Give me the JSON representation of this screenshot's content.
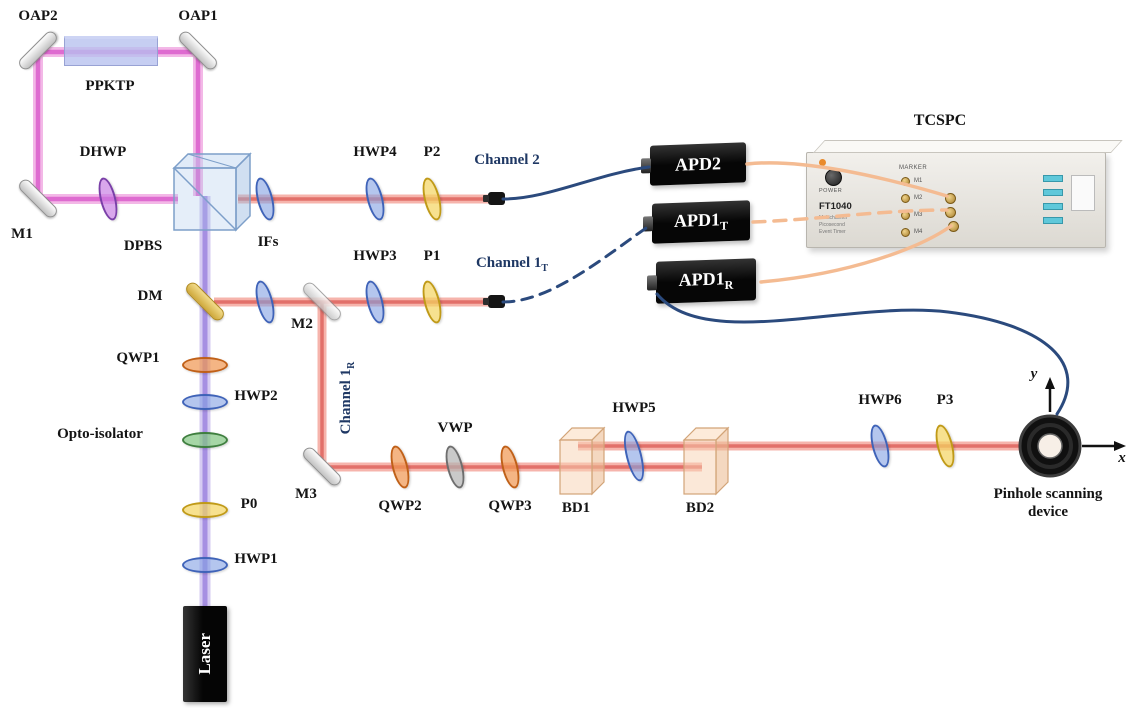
{
  "diagram": {
    "components": {
      "oap2": "OAP2",
      "oap1": "OAP1",
      "ppktp": "PPKTP",
      "dhwp": "DHWP",
      "m1": "M1",
      "dpbs": "DPBS",
      "ifs": "IFs",
      "hwp4": "HWP4",
      "p2": "P2",
      "dm": "DM",
      "m2": "M2",
      "hwp3": "HWP3",
      "p1": "P1",
      "qwp1": "QWP1",
      "hwp2": "HWP2",
      "opto_isolator": "Opto-isolator",
      "p0": "P0",
      "hwp1": "HWP1",
      "laser": "Laser",
      "m3": "M3",
      "qwp2": "QWP2",
      "vwp": "VWP",
      "qwp3": "QWP3",
      "bd1": "BD1",
      "hwp5": "HWP5",
      "bd2": "BD2",
      "hwp6": "HWP6",
      "p3": "P3"
    },
    "channels": {
      "channel2": "Channel 2",
      "channel1t": {
        "base": "Channel 1",
        "sub": "T"
      },
      "channel1r": {
        "base": "Channel 1",
        "sub": "R"
      }
    },
    "detectors": {
      "apd2": "APD2",
      "apd1t": {
        "base": "APD1",
        "sub": "T"
      },
      "apd1r": {
        "base": "APD1",
        "sub": "R"
      }
    },
    "tcspc": {
      "title": "TCSPC",
      "power": "POWER",
      "model": "FT1040",
      "desc1": "Multichannel",
      "desc2": "Picosecond",
      "desc3": "Event Timer",
      "marker": "MARKER",
      "marker_ports": [
        "M1",
        "M2",
        "M3",
        "M4"
      ]
    },
    "pinhole": {
      "label_line1": "Pinhole scanning",
      "label_line2": "device",
      "x": "x",
      "y": "y"
    }
  },
  "colors": {
    "pump_beam": "#a68fe2",
    "magenta_beam": "#de6bd0",
    "red_beam": "#e2706a",
    "fiber": "#2b4a7d",
    "cable": "#f4bb92",
    "channel_text": "#1f3864"
  }
}
